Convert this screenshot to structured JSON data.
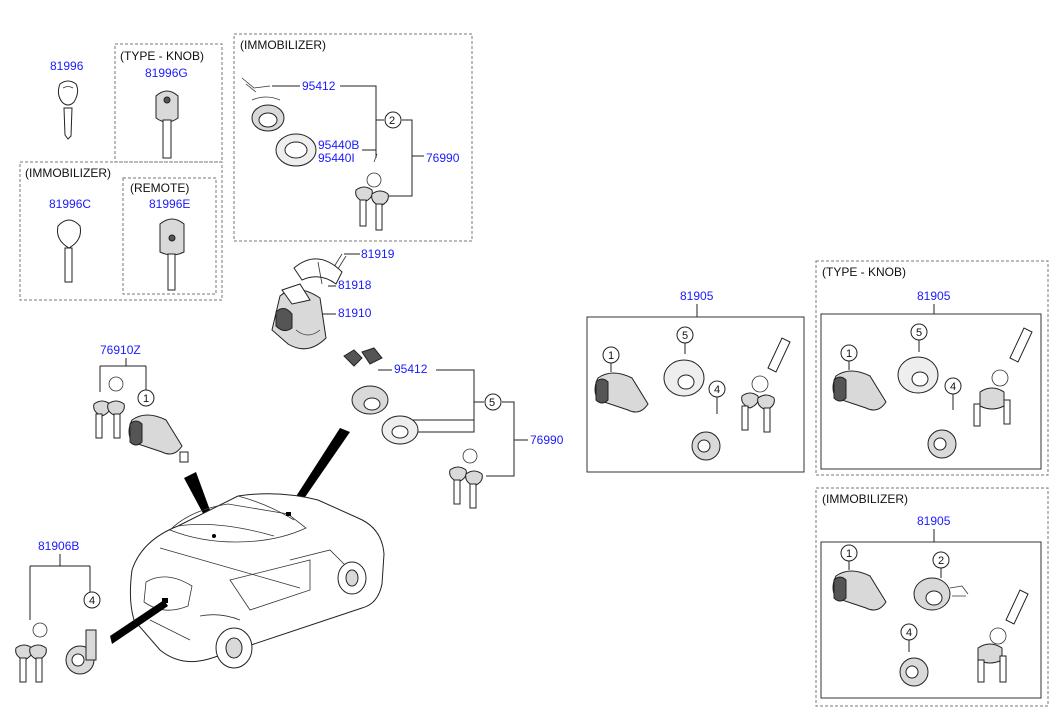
{
  "parts": {
    "p81996": "81996",
    "p81996G": "81996G",
    "p81996C": "81996C",
    "p81996E": "81996E",
    "p95412a": "95412",
    "p95440B": "95440B",
    "p95440I": "95440I",
    "p76990a": "76990",
    "p81919": "81919",
    "p81918": "81918",
    "p81910": "81910",
    "p95412b": "95412",
    "p76990b": "76990",
    "p76910Z": "76910Z",
    "p81906B": "81906B",
    "p81905a": "81905",
    "p81905b": "81905",
    "p81905c": "81905"
  },
  "captions": {
    "type_knob_1": "(TYPE - KNOB)",
    "immobilizer_1": "(IMMOBILIZER)",
    "remote": "(REMOTE)",
    "immobilizer_2": "(IMMOBILIZER)",
    "type_knob_2": "(TYPE - KNOB)",
    "immobilizer_3": "(IMMOBILIZER)"
  },
  "callouts": {
    "c1": "1",
    "c2": "2",
    "c4": "4",
    "c5": "5"
  }
}
